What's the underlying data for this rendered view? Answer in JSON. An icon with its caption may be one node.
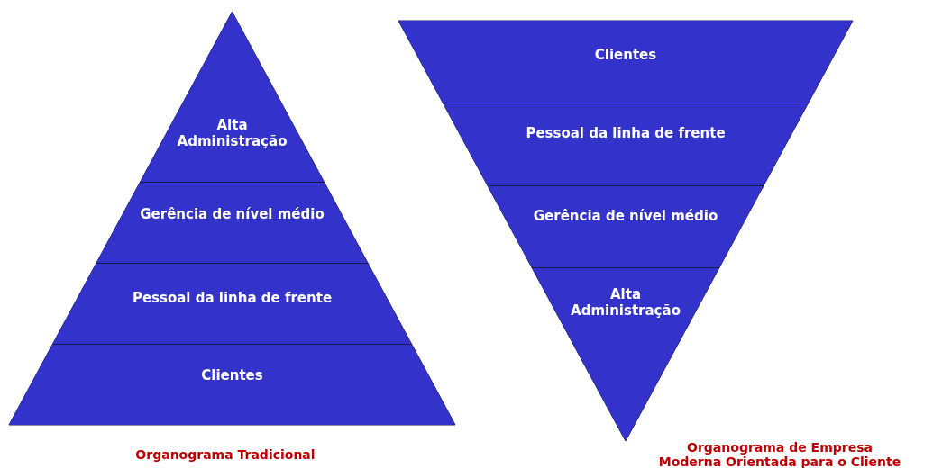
{
  "diagram": {
    "nodes": [
      {
        "text": [],
        "shape": "triangle",
        "beside": [
          "Organograma Tradicional"
        ]
      },
      {
        "text": [
          "Alta Administração"
        ],
        "in": 0
      },
      {
        "text": [
          "Gerência de nível médio"
        ],
        "in": 0
      },
      {
        "text": [
          "Pessoal da linha de frente"
        ],
        "in": 0
      },
      {
        "text": [
          "Clientes"
        ],
        "in": 0
      },
      {
        "text": [],
        "shape": "triangle",
        "beside": [
          "Organograma de Empresa Moderna Orientada para o Cliente"
        ]
      },
      {
        "text": [
          "Clientes"
        ],
        "in": 5
      },
      {
        "text": [
          "Pessoal da linha de frente"
        ],
        "in": 5
      },
      {
        "text": [
          "Gerência de nível médio"
        ],
        "in": 5
      },
      {
        "text": [
          "Alta Administração"
        ],
        "in": 5
      }
    ]
  }
}
